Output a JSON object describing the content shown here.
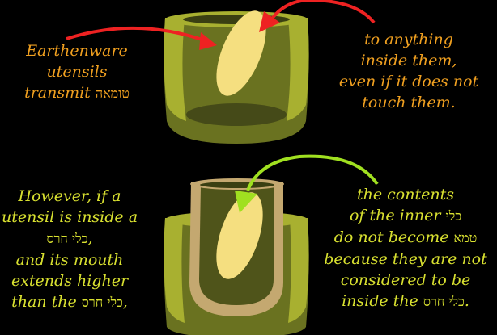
{
  "top_left": {
    "line1": "Earthenware",
    "line2": "utensils",
    "line3": "transmit",
    "line3_heb": "טומאה"
  },
  "top_right": {
    "line1": "to anything",
    "line2": "inside them,",
    "line3": "even if it does not",
    "line4": "touch them."
  },
  "bottom_left": {
    "line1": "However, if a",
    "line2": "utensil is inside a",
    "line3_heb": "כלי חרס",
    "line3_end": ",",
    "line4": "and its mouth",
    "line5": "extends higher",
    "line6": "than the",
    "line6_heb": "כלי חרס",
    "line6_end": ","
  },
  "bottom_right": {
    "line1": "the contents",
    "line2": "of the inner",
    "line2_heb": "כלי",
    "line3": "do not become",
    "line3_heb": "טמא",
    "line4": "because they are not",
    "line5": "considered to be",
    "line6": "inside the",
    "line6_heb": "כלי חרס",
    "line6_end": "."
  },
  "colors": {
    "background": "#000000",
    "orange_text": "#f0a020",
    "green_text": "#d8e030",
    "pot_rim": "#a8b030",
    "pot_body": "#6a7220",
    "pot_inner": "#454a18",
    "food": "#f5df80",
    "inner_vessel": "#c4a870",
    "red_arrow": "#ee2222",
    "green_arrow": "#a0e020"
  },
  "icons": {
    "top_diagram": "earthenware-pot-with-food",
    "bottom_diagram": "earthenware-pot-with-inner-vessel"
  }
}
